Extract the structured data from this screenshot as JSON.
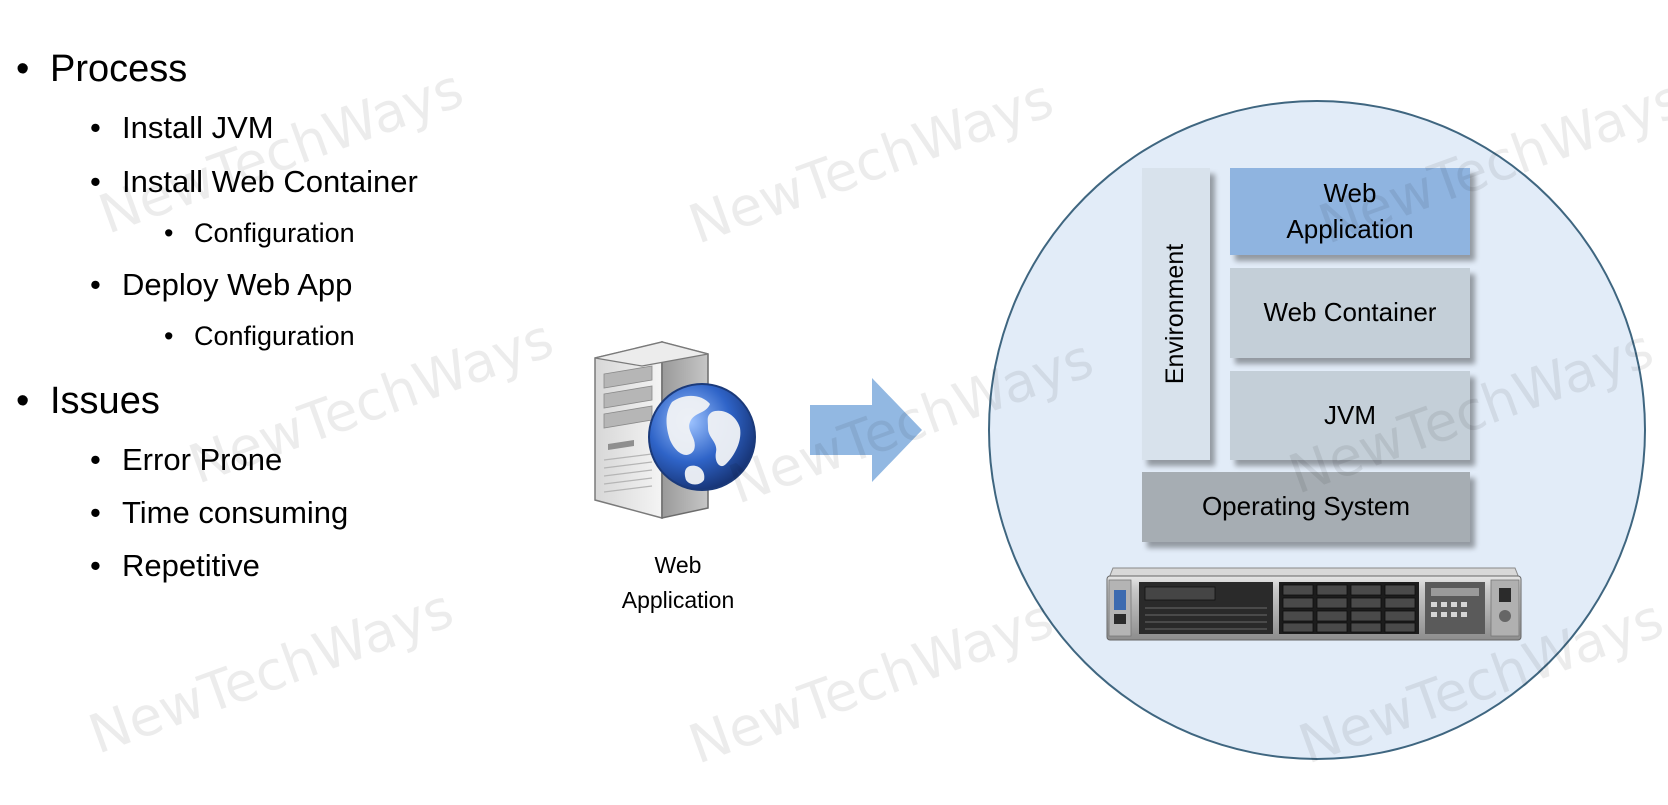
{
  "bullets": {
    "process": "Process",
    "install_jvm": "Install JVM",
    "install_web_container": "Install Web Container",
    "configuration_1": "Configuration",
    "deploy_web_app": "Deploy Web App",
    "configuration_2": "Configuration",
    "issues": "Issues",
    "error_prone": "Error Prone",
    "time_consuming": "Time consuming",
    "repetitive": "Repetitive"
  },
  "server_label": {
    "line1": "Web",
    "line2": "Application"
  },
  "stack": {
    "web_app_line1": "Web",
    "web_app_line2": "Application",
    "web_container": "Web Container",
    "jvm": "JVM",
    "operating_system": "Operating System",
    "environment": "Environment"
  },
  "watermark": "NewTechWays",
  "colors": {
    "web_app_box": "#8fb4e0",
    "web_container_box": "#c4cfd8",
    "jvm_box": "#c4cfd8",
    "os_box": "#a6adb3",
    "environment_box": "#d8e2ec",
    "arrow": "#92b8e2",
    "circle_fill": "#e2ecf8",
    "circle_border": "#3f6680"
  }
}
